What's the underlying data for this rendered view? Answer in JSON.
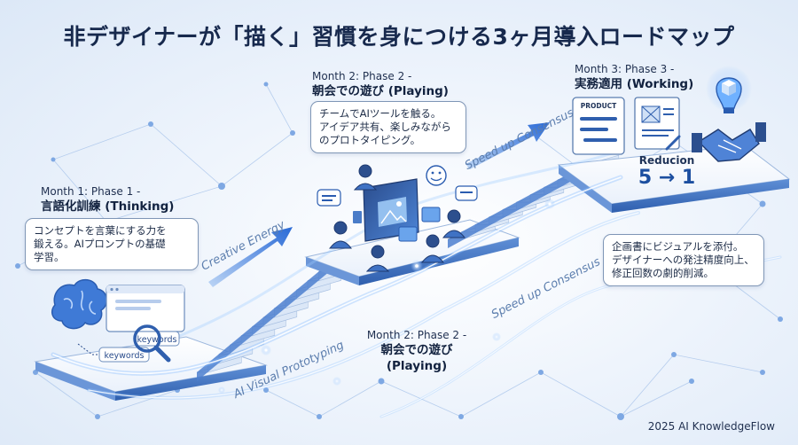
{
  "title": "非デザイナーが「描く」習慣を身につける3ヶ月導入ロードマップ",
  "phase1": {
    "heading": "Month 1: Phase 1 -",
    "name": "言語化訓練 (Thinking)",
    "bubble_lines": [
      "コンセプトを言葉にする力を",
      "鍛える。AIプロンプトの基礎",
      "学習。"
    ],
    "tag1": "keywords",
    "tag2": "keywords"
  },
  "phase2": {
    "heading": "Month 2: Phase 2 -",
    "name": "朝会での遊び (Playing)",
    "bubble_lines": [
      "チームでAIツールを触る。",
      "アイデア共有、楽しみながら",
      "のプロトタイピング。"
    ]
  },
  "phase2_bottom": {
    "heading": "Month 2: Phase 2 -",
    "name_line1": "朝会での遊び",
    "name_line2": "(Playing)"
  },
  "phase3": {
    "heading": "Month 3: Phase 3 -",
    "name": "実務適用 (Working)",
    "doc_label": "PRODUCT",
    "reduction_label": "Reducion",
    "reduction_value": "5 → 1",
    "bubble_lines": [
      "企画書にビジュアルを添付。",
      "デザイナーへの発注精度向上、",
      "修正回数の劇的削減。"
    ]
  },
  "flow_labels": {
    "creative": "Creative Energy",
    "visual": "AI Visual Prototyping",
    "speed_top": "Speed up Consensus",
    "speed_mid": "Speed up Consensus"
  },
  "footer": "2025 AI KnowledgeFlow"
}
